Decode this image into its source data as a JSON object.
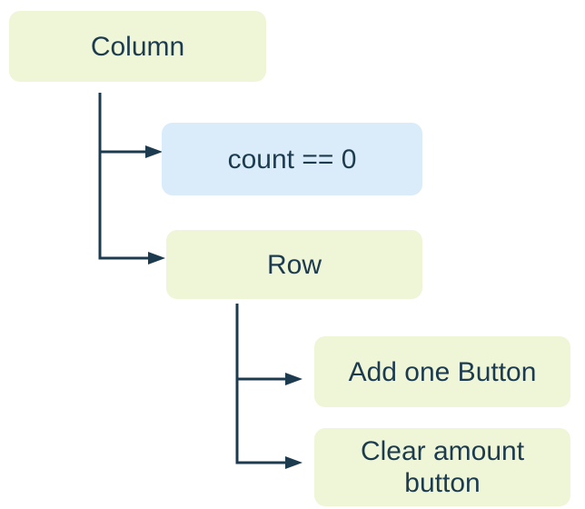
{
  "colors": {
    "background": "#ffffff",
    "widget_fill": "#eff6d7",
    "condition_fill": "#daecfa",
    "line": "#1d3b4f",
    "text": "#1d3b4f"
  },
  "diagram": {
    "nodes": {
      "column": {
        "label": "Column",
        "kind": "widget"
      },
      "condition": {
        "label": "count == 0",
        "kind": "condition"
      },
      "row": {
        "label": "Row",
        "kind": "widget"
      },
      "add_button": {
        "label": "Add one Button",
        "kind": "widget"
      },
      "clear_button": {
        "label": "Clear amount\nbutton",
        "kind": "widget"
      }
    },
    "edges": [
      {
        "from": "column",
        "to": "condition"
      },
      {
        "from": "column",
        "to": "row"
      },
      {
        "from": "row",
        "to": "add_button"
      },
      {
        "from": "row",
        "to": "clear_button"
      }
    ]
  }
}
